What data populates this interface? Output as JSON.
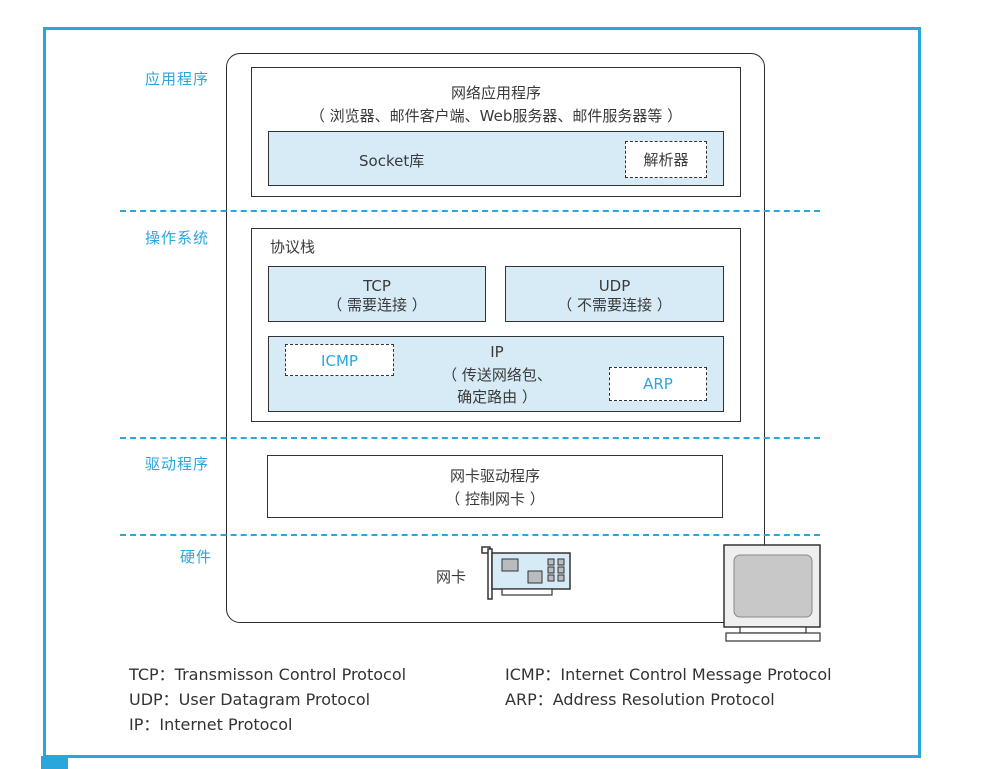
{
  "layers": {
    "application": "应用程序",
    "os": "操作系统",
    "driver": "驱动程序",
    "hardware": "硬件"
  },
  "app_box": {
    "title": "网络应用程序",
    "subtitle": "（ 浏览器、邮件客户端、Web服务器、邮件服务器等 ）",
    "socket_label": "Socket库",
    "resolver_label": "解析器"
  },
  "protocol_stack": {
    "title": "协议栈",
    "tcp": {
      "name": "TCP",
      "desc": "（ 需要连接 ）"
    },
    "udp": {
      "name": "UDP",
      "desc": "（ 不需要连接 ）"
    },
    "ip": {
      "name": "IP",
      "desc_line1": "（ 传送网络包、",
      "desc_line2": "确定路由 ）"
    },
    "icmp": "ICMP",
    "arp": "ARP"
  },
  "driver_box": {
    "title": "网卡驱动程序",
    "desc": "（ 控制网卡 ）"
  },
  "hardware": {
    "nic_label": "网卡"
  },
  "legend": {
    "tcp": "TCP：Transmisson Control Protocol",
    "udp": "UDP：User Datagram Protocol",
    "ip": "IP：Internet Protocol",
    "icmp": "ICMP：Internet Control Message Protocol",
    "arp": "ARP：Address Resolution Protocol"
  },
  "colors": {
    "accent": "#29a7dd",
    "box_fill": "#d6ebf6"
  }
}
